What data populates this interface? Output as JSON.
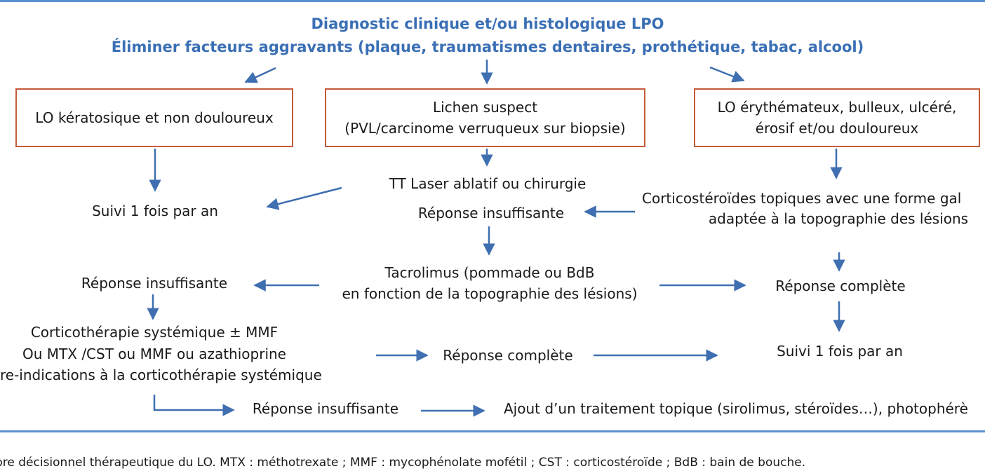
{
  "header": {
    "line1": "Diagnostic clinique et/ou histologique LPO",
    "line2": "Éliminer facteurs aggravants (plaque, traumatismes dentaires, prothétique, tabac, alcool)"
  },
  "boxes": {
    "left": "LO kératosique et non douloureux",
    "center_line1": "Lichen suspect",
    "center_line2": "(PVL/carcinome verruqueux sur biopsie)",
    "right_line1": "LO érythémateux, bulleux, ulcéré,",
    "right_line2": "érosif et/ou douloureux"
  },
  "nodes": {
    "suivi_left": "Suivi 1 fois par an",
    "tt_laser": "TT Laser ablatif ou chirurgie",
    "reponse_insuff_center": "Réponse insuffisante",
    "cortico_topiques_line1": "Corticostéroïdes topiques avec une forme gal",
    "cortico_topiques_line2": "adaptée à la topographie des lésions",
    "tacro_line1": "Tacrolimus (pommade ou BdB",
    "tacro_line2": "en fonction de la topographie des lésions)",
    "reponse_insuff_left": "Réponse insuffisante",
    "reponse_complete_right": "Réponse complète",
    "cortico_sys_line1": "Corticothérapie systémique ± MMF",
    "cortico_sys_line2": "Ou MTX /CST ou MMF ou azathioprine",
    "cortico_sys_line3": "re-indications à la corticothérapie systémique",
    "reponse_complete_center": "Réponse complète",
    "suivi_right": "Suivi 1 fois par an",
    "reponse_insuff_bottom": "Réponse insuffisante",
    "ajout_topique": "Ajout d’un traitement topique (sirolimus, stéroïdes…), photophérè"
  },
  "caption": "rbre décisionnel thérapeutique du LO. MTX : méthotrexate ; MMF : mycophénolate mofétil ; CST : corticostéroïde ; BdB : bain de bouche.",
  "colors": {
    "rule": "#5b8fd0",
    "heading": "#3a6fb5",
    "box_border": "#c45a3b",
    "arrow": "#3f6fb0"
  }
}
